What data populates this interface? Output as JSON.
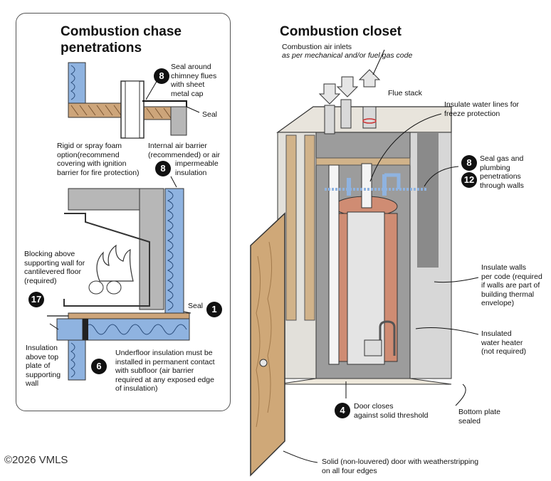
{
  "left_panel": {
    "title_line1": "Combustion chase",
    "title_line2": "penetrations",
    "labels": {
      "seal_chimney": [
        "Seal around",
        "chimney flues",
        "with sheet",
        "metal cap"
      ],
      "seal_top": "Seal",
      "rigid_foam": [
        "Rigid or spray foam",
        "option(recommend",
        "covering with ignition",
        "barrier for fire protection)"
      ],
      "internal_air_barrier": [
        "Internal air barrier",
        "(recommended) or air",
        "impermeable",
        "insulation"
      ],
      "blocking": [
        "Blocking above",
        "supporting wall for",
        "cantilevered floor",
        "(required)"
      ],
      "seal_bottom": "Seal",
      "insulation_top_plate": [
        "Insulation",
        "above top",
        "plate of",
        "supporting",
        "wall"
      ],
      "underfloor": [
        "Underfloor insulation must be",
        "installed in permanent contact",
        "with subfloor (air barrier",
        "required at any exposed edge",
        "of insulation)"
      ]
    },
    "badges": {
      "b8_top": "8",
      "b8_mid": "8",
      "b17": "17",
      "b1": "1",
      "b6": "6"
    }
  },
  "right_panel": {
    "title": "Combustion closet",
    "labels": {
      "air_inlets": "Combustion air inlets",
      "air_inlets_note": "as per mechanical and/or fuel gas code",
      "flue_stack": "Flue stack",
      "insulate_water": [
        "Insulate water lines for",
        "freeze protection"
      ],
      "seal_gas": [
        "Seal gas and",
        "plumbing",
        "penetrations",
        "through walls"
      ],
      "insulate_walls": [
        "Insulate walls",
        "per code (required",
        "if walls are part of",
        "building thermal",
        "envelope)"
      ],
      "insulated_heater": [
        "Insulated",
        "water heater",
        "(not required)"
      ],
      "door_closes": [
        "Door closes",
        "against solid threshold"
      ],
      "bottom_plate": [
        "Bottom plate",
        "sealed"
      ],
      "solid_door": [
        "Solid (non-louvered) door with weatherstripping",
        "on all four edges"
      ]
    },
    "badges": {
      "b8": "8",
      "b12": "12",
      "b4": "4"
    }
  },
  "copyright": "©2026 VMLS",
  "colors": {
    "insulation": "#8fb3e0",
    "wood": "#cda57a",
    "wall_gray": "#b7b7b7",
    "heater_pink": "#cf8c73",
    "badge": "#111111"
  }
}
